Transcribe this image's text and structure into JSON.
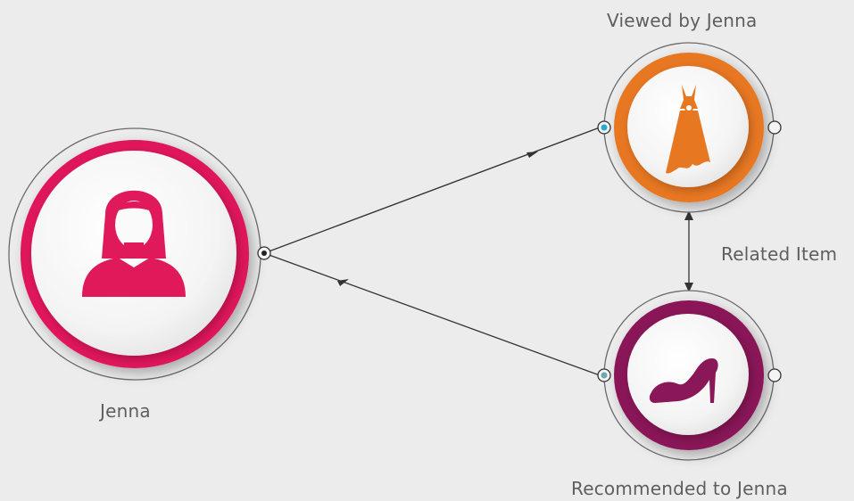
{
  "nodes": {
    "user": {
      "label": "Jenna",
      "icon": "woman-icon",
      "color": "#e0195b"
    },
    "viewed": {
      "label": "Viewed by Jenna",
      "icon": "dress-icon",
      "color": "#e87722"
    },
    "recommended": {
      "label": "Recommended to Jenna",
      "icon": "high-heel-shoe-icon",
      "color": "#8a1758"
    }
  },
  "edges": {
    "related_label": "Related Item"
  },
  "colors": {
    "background": "#ececec",
    "line": "#333333",
    "port_viewed": "#2aa8d0",
    "port_recommended": "#6aaab0"
  }
}
